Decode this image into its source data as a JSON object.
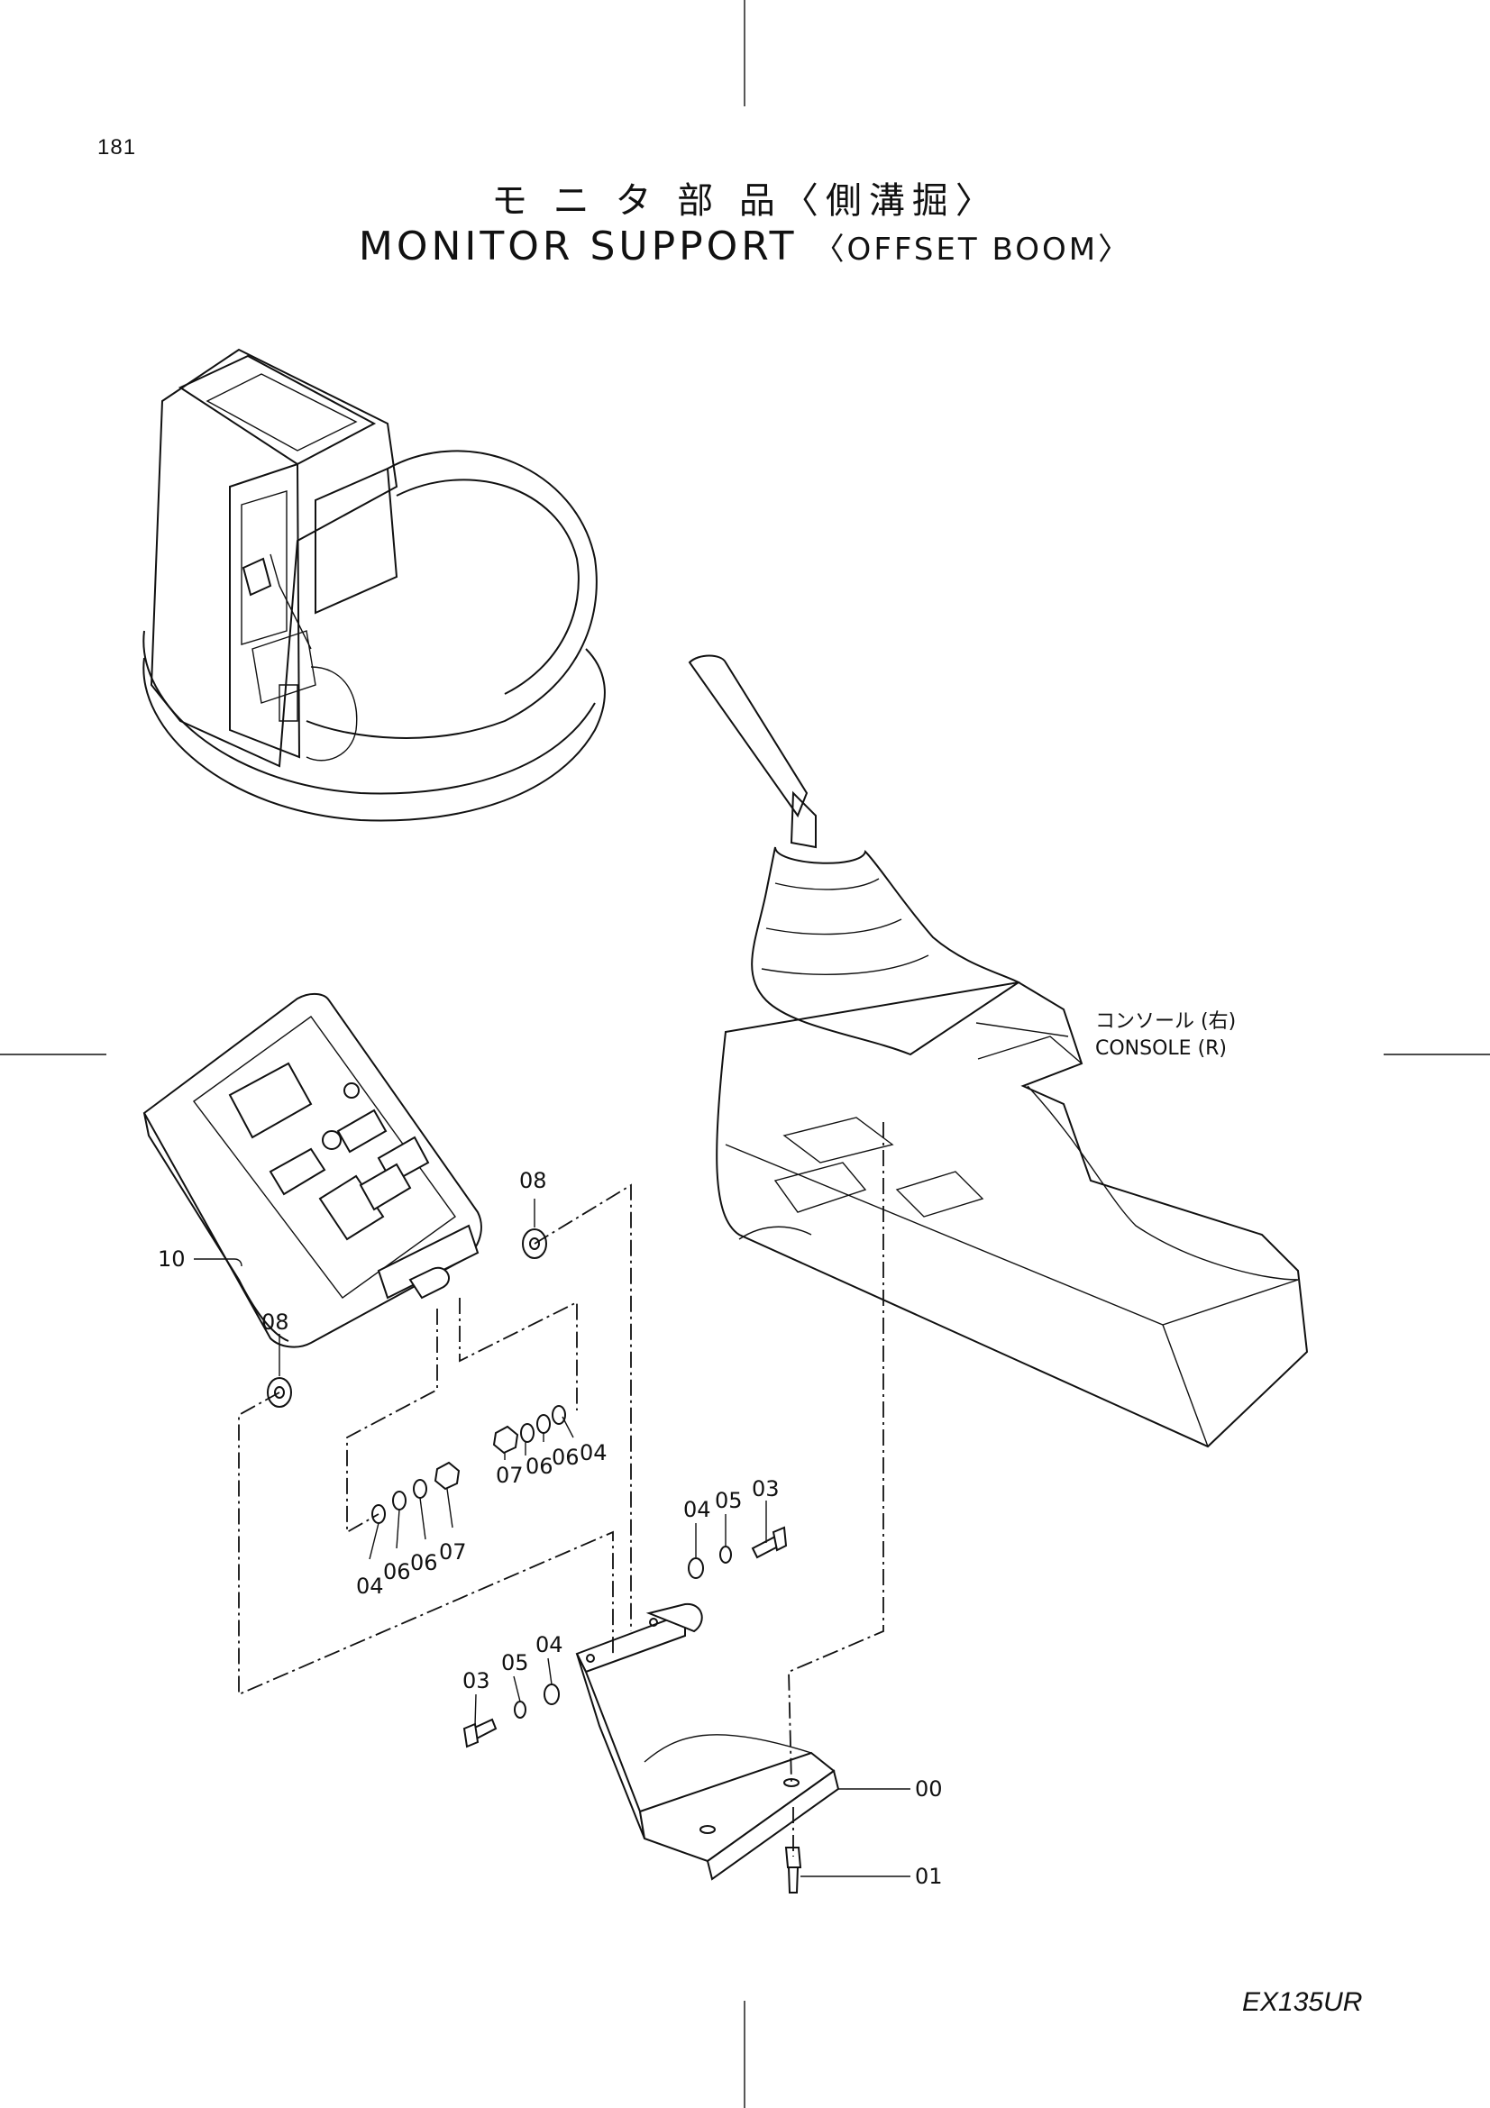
{
  "page_number": "181",
  "title": {
    "japanese": "モ ニ タ 部 品〈側溝掘〉",
    "english_main": "MONITOR SUPPORT",
    "english_sub": "〈OFFSET BOOM〉"
  },
  "callouts": {
    "console_ja": "コンソール (右)",
    "console_en": "CONSOLE (R)",
    "part_00": "00",
    "part_01": "01",
    "part_10": "10",
    "part_08_top": "08",
    "part_08_left": "08",
    "right_stack": [
      "07",
      "06",
      "06",
      "04"
    ],
    "left_stack": [
      "04",
      "06",
      "06",
      "07"
    ],
    "right_bolt": [
      "04",
      "05",
      "03"
    ],
    "left_bolt": [
      "03",
      "05",
      "04"
    ]
  },
  "model": "EX135UR"
}
